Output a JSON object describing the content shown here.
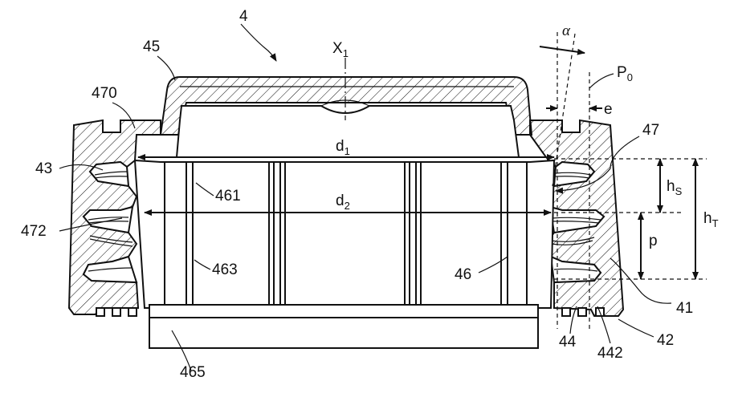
{
  "figure": {
    "labels": {
      "ref_4": "4",
      "ref_45": "45",
      "ref_470": "470",
      "ref_43": "43",
      "ref_472": "472",
      "ref_461": "461",
      "ref_463": "463",
      "ref_465": "465",
      "ref_46": "46",
      "ref_47": "47",
      "ref_41": "41",
      "ref_42": "42",
      "ref_44": "44",
      "ref_442": "442",
      "axis_x1": "X",
      "axis_x1_sub": "1",
      "d1": "d",
      "d1_sub": "1",
      "d2": "d",
      "d2_sub": "2",
      "alpha": "α",
      "p0": "P",
      "p0_sub": "0",
      "e": "e",
      "hs": "h",
      "hs_sub": "S",
      "ht": "h",
      "ht_sub": "T",
      "p": "p"
    }
  }
}
